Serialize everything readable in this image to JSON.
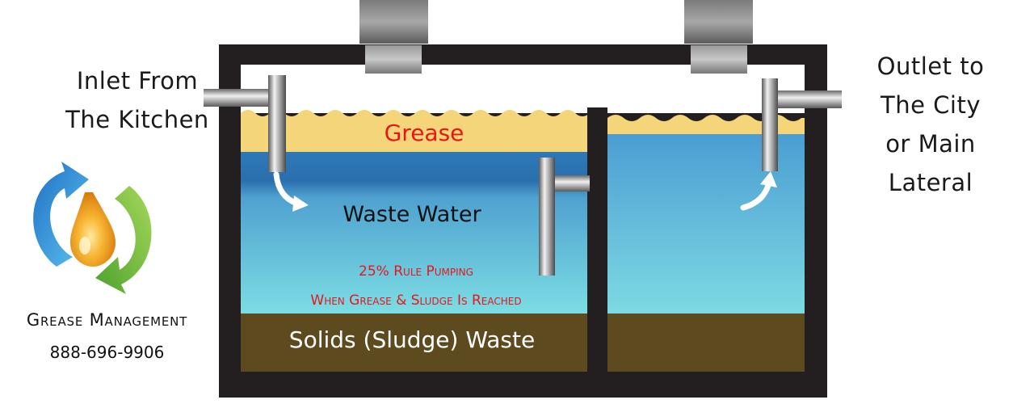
{
  "labels": {
    "inlet": [
      "Inlet From",
      "The Kitchen"
    ],
    "outlet": [
      "Outlet to",
      "The City",
      "or Main",
      "Lateral"
    ],
    "grease": "Grease",
    "waste_water": "Waste Water",
    "rule_line1": "25% Rule Pumping",
    "rule_line2": "When Grease & Sludge Is Reached",
    "sludge": "Solids (Sludge) Waste"
  },
  "brand": {
    "name": "Grease Management",
    "phone": "888-696-9906"
  },
  "colors": {
    "tank_frame": "#231f20",
    "grease": "#f4d57a",
    "water_top": "#2f78b8",
    "water_bottom": "#78dbe4",
    "sludge": "#5e4a1f",
    "label_red": "#e8161b",
    "logo_blue": "#2a8fd6",
    "logo_green": "#7ac142",
    "logo_drop": "#f6a21a"
  },
  "icons": {
    "left_arrow": "curved-arrow-down-right",
    "right_arrow": "curved-arrow-up-right",
    "logo": "recycle-arrows-with-drop"
  }
}
